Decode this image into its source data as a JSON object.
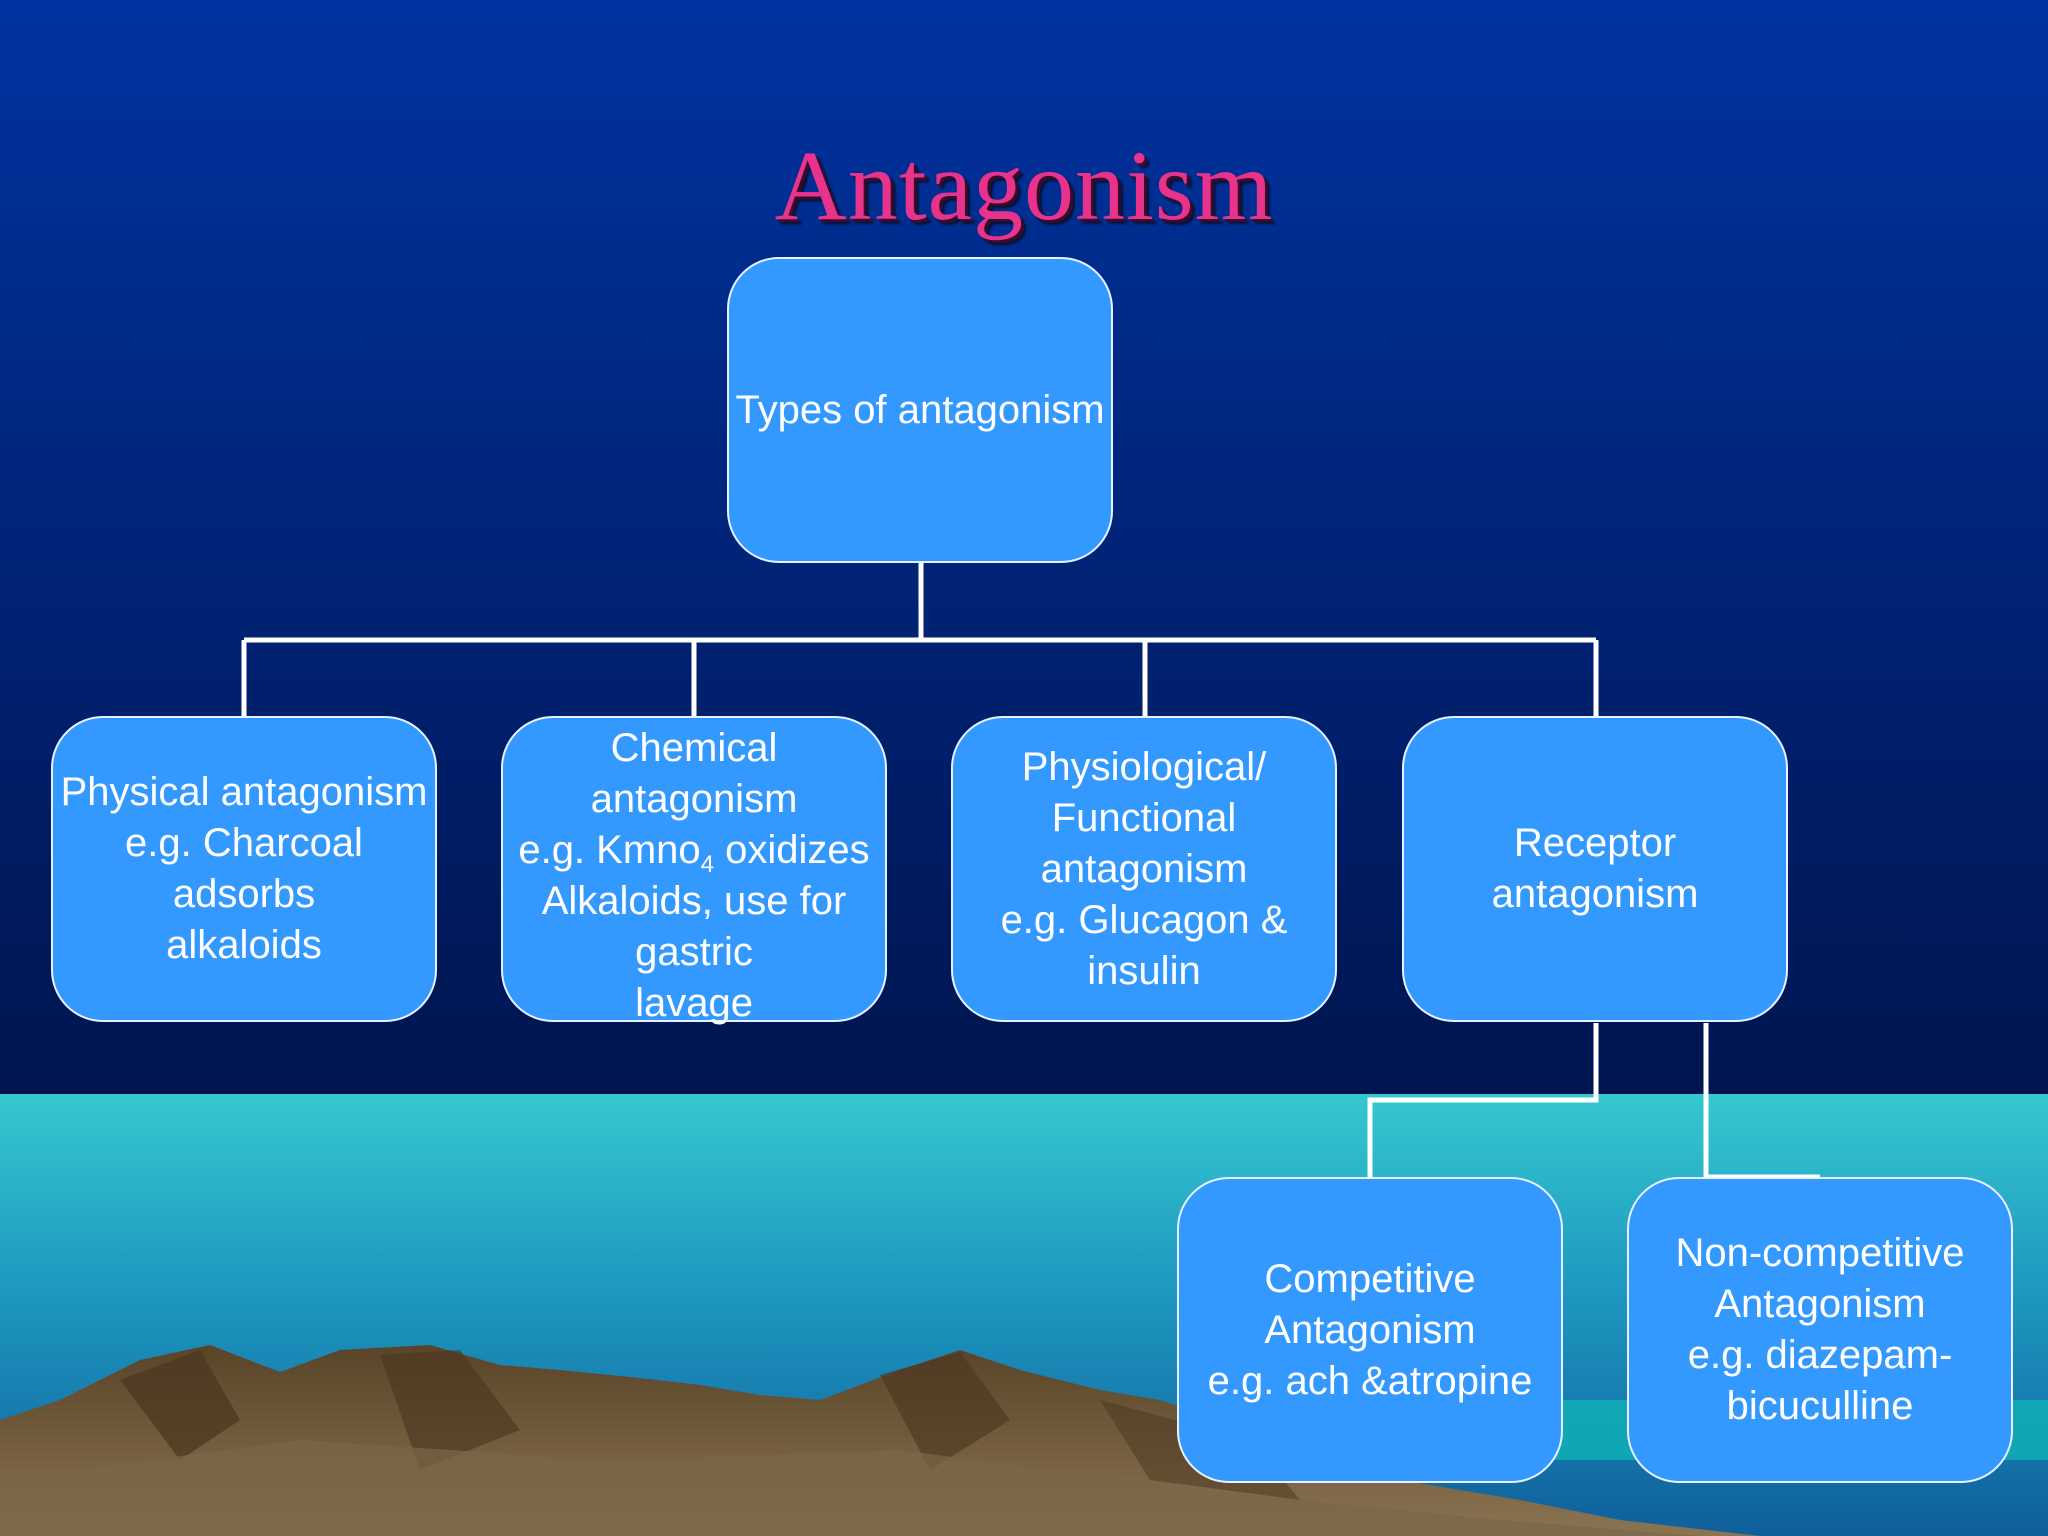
{
  "title": "Antagonism",
  "root": {
    "label": "Types of antagonism"
  },
  "types": [
    {
      "lines": [
        "Physical antagonism",
        "e.g. Charcoal",
        "adsorbs",
        "alkaloids"
      ]
    },
    {
      "lines": [
        "Chemical",
        "antagonism",
        "e.g. Kmno",
        "oxidizes",
        "Alkaloids, use for",
        "gastric",
        "lavage"
      ],
      "subscript": "4"
    },
    {
      "lines": [
        "Physiological/",
        "Functional",
        "antagonism",
        "e.g. Glucagon &",
        "insulin"
      ]
    },
    {
      "lines": [
        "Receptor",
        "antagonism"
      ]
    }
  ],
  "receptor_subtypes": [
    {
      "lines": [
        "Competitive",
        "Antagonism",
        "e.g. ach &atropine"
      ]
    },
    {
      "lines": [
        "Non-competitive",
        "Antagonism",
        "e.g. diazepam-",
        "bicuculline"
      ]
    }
  ],
  "colors": {
    "sky_top": "#0033a0",
    "sky_bottom": "#001550",
    "sea": "#2bbcc8",
    "mountain": "#6b5436",
    "node_fill": "#3399ff",
    "title": "#e8338c"
  }
}
